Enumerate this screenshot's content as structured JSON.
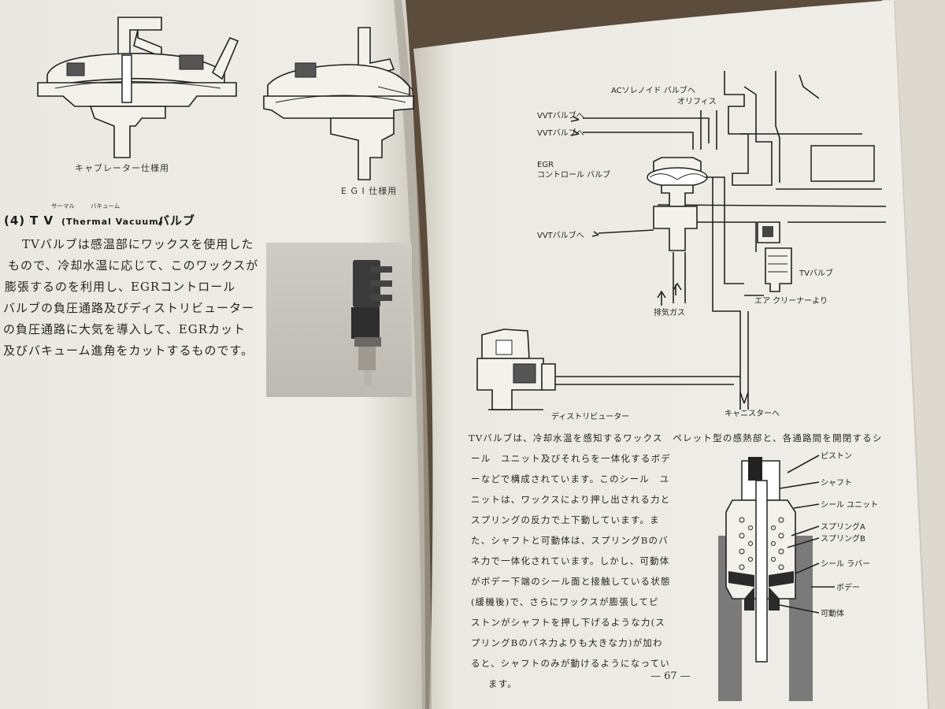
{
  "left_page": {
    "figures": {
      "caption_carburetor": "キャブレーター仕様用",
      "caption_egi": "E G I 仕様用"
    },
    "section": {
      "number": "(4)",
      "title_prefix": "T V",
      "title_english": "(Thermal Vacuum)",
      "title_suffix": "バルブ",
      "ruby_thermal": "サーマル",
      "ruby_vacuum": "バキューム"
    },
    "paragraph": [
      "TVバルブは感温部にワックスを使用した",
      "もので、冷却水温に応じて、このワックスが",
      "膨張するのを利用し、EGRコントロール",
      "バルブの負圧通路及びディストリビューター",
      "の負圧通路に大気を導入して、EGRカット",
      "及びバキューム進角をカットするものです。"
    ]
  },
  "right_page": {
    "diagram_labels": {
      "ac_solenoid": "ACソレノイド バルブへ",
      "orifice": "オリフィス",
      "vvt_1": "VVTバルブへ",
      "vvt_2": "VVTバルブへ",
      "egr_1": "EGR",
      "egr_2": "コントロール バルブ",
      "vvt_3": "VVTバルブへ",
      "tv_valve": "TVバルブ",
      "air_cleaner": "エア クリーナーより",
      "exhaust_gas": "排気ガス",
      "distributor": "ディストリビューター",
      "canister": "キャニスターへ"
    },
    "paragraph": [
      "TVバルブは、冷却水温を感知するワックス　ペレット型の感熱部と、各通路間を開閉するシ",
      "ール　ユニット及びそれらを一体化するボデ",
      "ーなどで構成されています。このシール　ユ",
      "ニットは、ワックスにより押し出される力と",
      "スプリングの反力で上下動しています。ま",
      "た、シャフトと可動体は、スプリングBのバ",
      "ネ力で一体化されています。しかし、可動体",
      "がボデー下端のシール面と接触している状態",
      "(緩機後)で、さらにワックスが膨張してピ",
      "ストンがシャフトを押し下げるような力(ス",
      "プリングBのバネ力よりも大きな力)が加わ",
      "ると、シャフトのみが動けるようになってい",
      "ます。"
    ],
    "valve_labels": {
      "piston": "ピストン",
      "shaft": "シャフト",
      "seal_unit": "シール ユニット",
      "spring_a": "スプリングA",
      "spring_b": "スプリングB",
      "seal_rubber": "シール ラバー",
      "body": "ボデー",
      "movable": "可動体"
    },
    "page_number": "— 67 —"
  }
}
